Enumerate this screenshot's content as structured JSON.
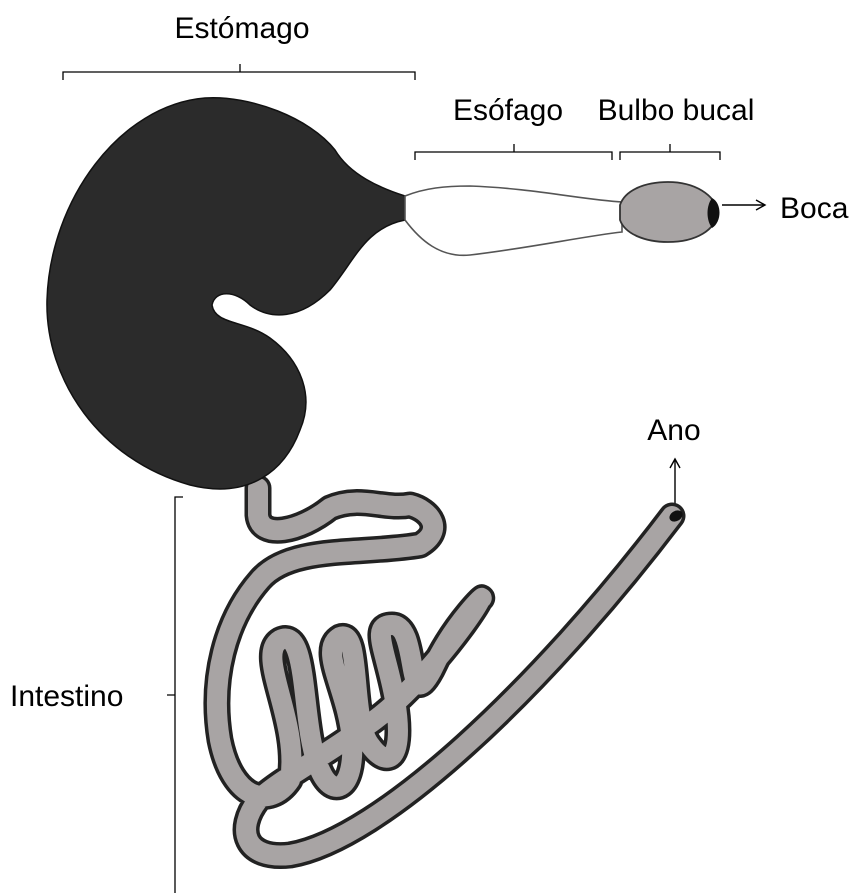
{
  "labels": {
    "stomach": "Estómago",
    "esophagus": "Esófago",
    "buccal_bulb": "Bulbo bucal",
    "mouth": "Boca",
    "anus": "Ano",
    "intestine": "Intestino"
  },
  "colors": {
    "stomach_fill": "#2b2b2b",
    "organ_gray": "#a8a4a4",
    "outline": "#222222",
    "line": "#000000"
  }
}
